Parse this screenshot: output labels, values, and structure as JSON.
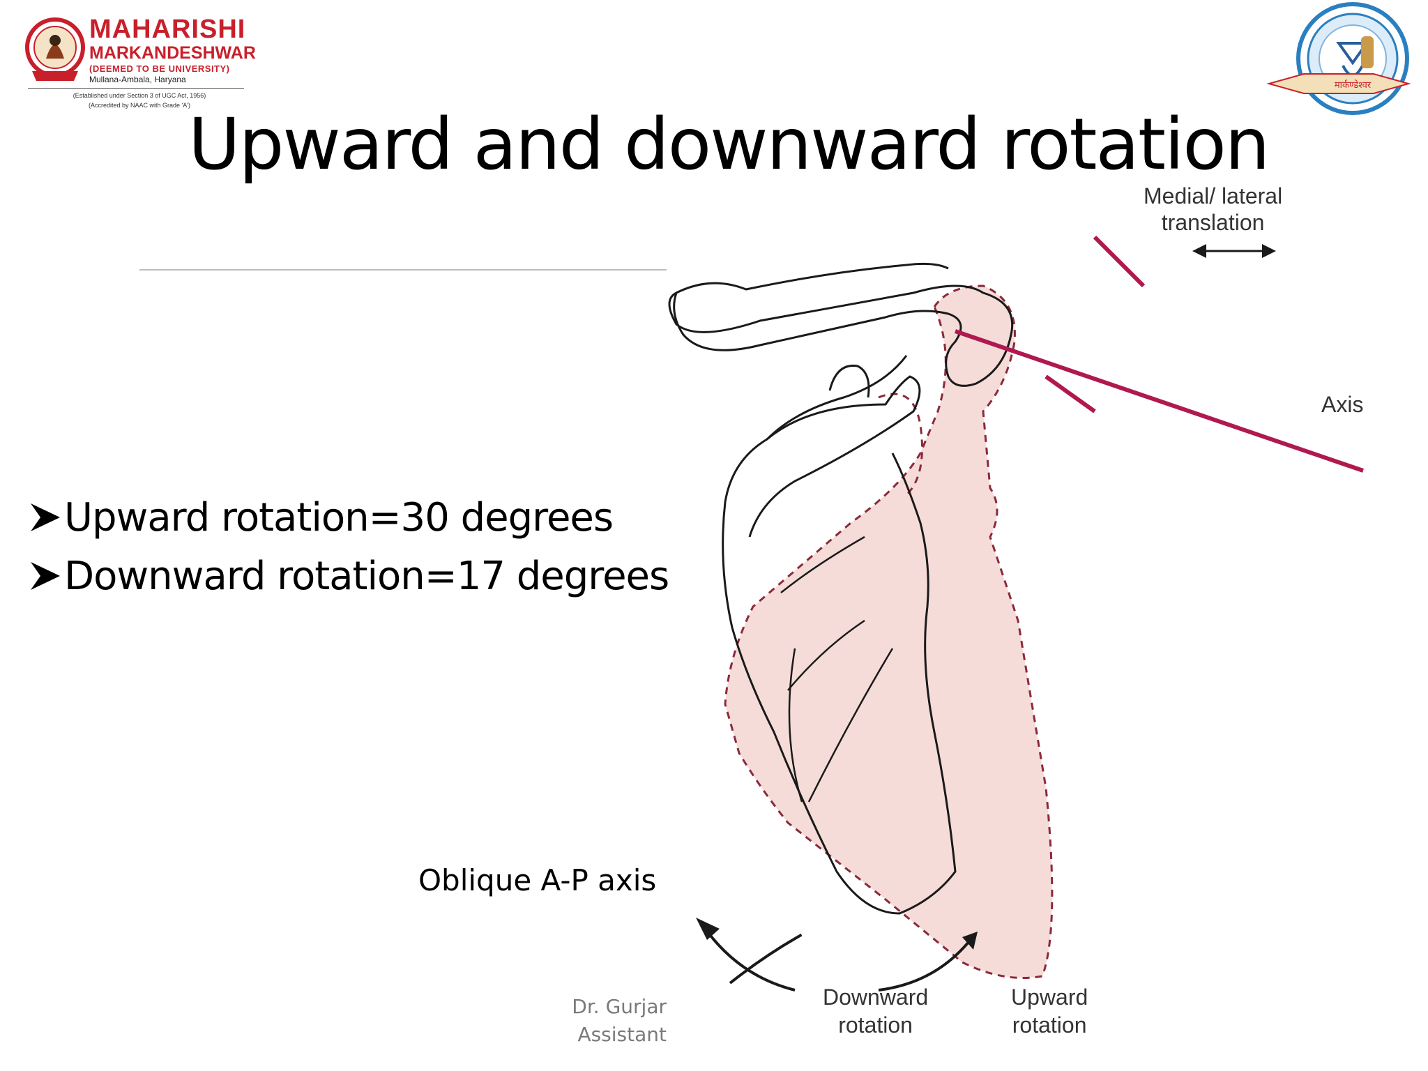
{
  "slide": {
    "title": "Upward and downward rotation",
    "bullets": [
      "Upward rotation=30 degrees",
      "Downward rotation=17 degrees"
    ],
    "caption": "Oblique A-P axis",
    "footer": {
      "line1": "Dr. Gurjar",
      "line2": "Assistant"
    }
  },
  "logo_left": {
    "name_line1": "MAHARISHI",
    "name_line2": "MARKANDESHWAR",
    "name_line3": "(DEEMED TO BE UNIVERSITY)",
    "location": "Mullana-Ambala, Haryana",
    "established": "(Established under Section 3 of UGC Act, 1956)",
    "accredited": "(Accredited by NAAC with Grade 'A')",
    "brand_color": "#c8202b"
  },
  "logo_right": {
    "banner_text": "मार्कण्डेश्वर",
    "accent_color": "#2a7fc1"
  },
  "diagram": {
    "labels": {
      "medial_lateral_line1": "Medial/ lateral",
      "medial_lateral_line2": "translation",
      "axis": "Axis",
      "downward_line1": "Downward",
      "downward_line2": "rotation",
      "upward_line1": "Upward",
      "upward_line2": "rotation"
    },
    "colors": {
      "axis_line": "#b0194f",
      "outline": "#1a1a1a",
      "dashed_outline": "#8a2a3a",
      "shaded_fill": "#f5dcd8"
    }
  }
}
